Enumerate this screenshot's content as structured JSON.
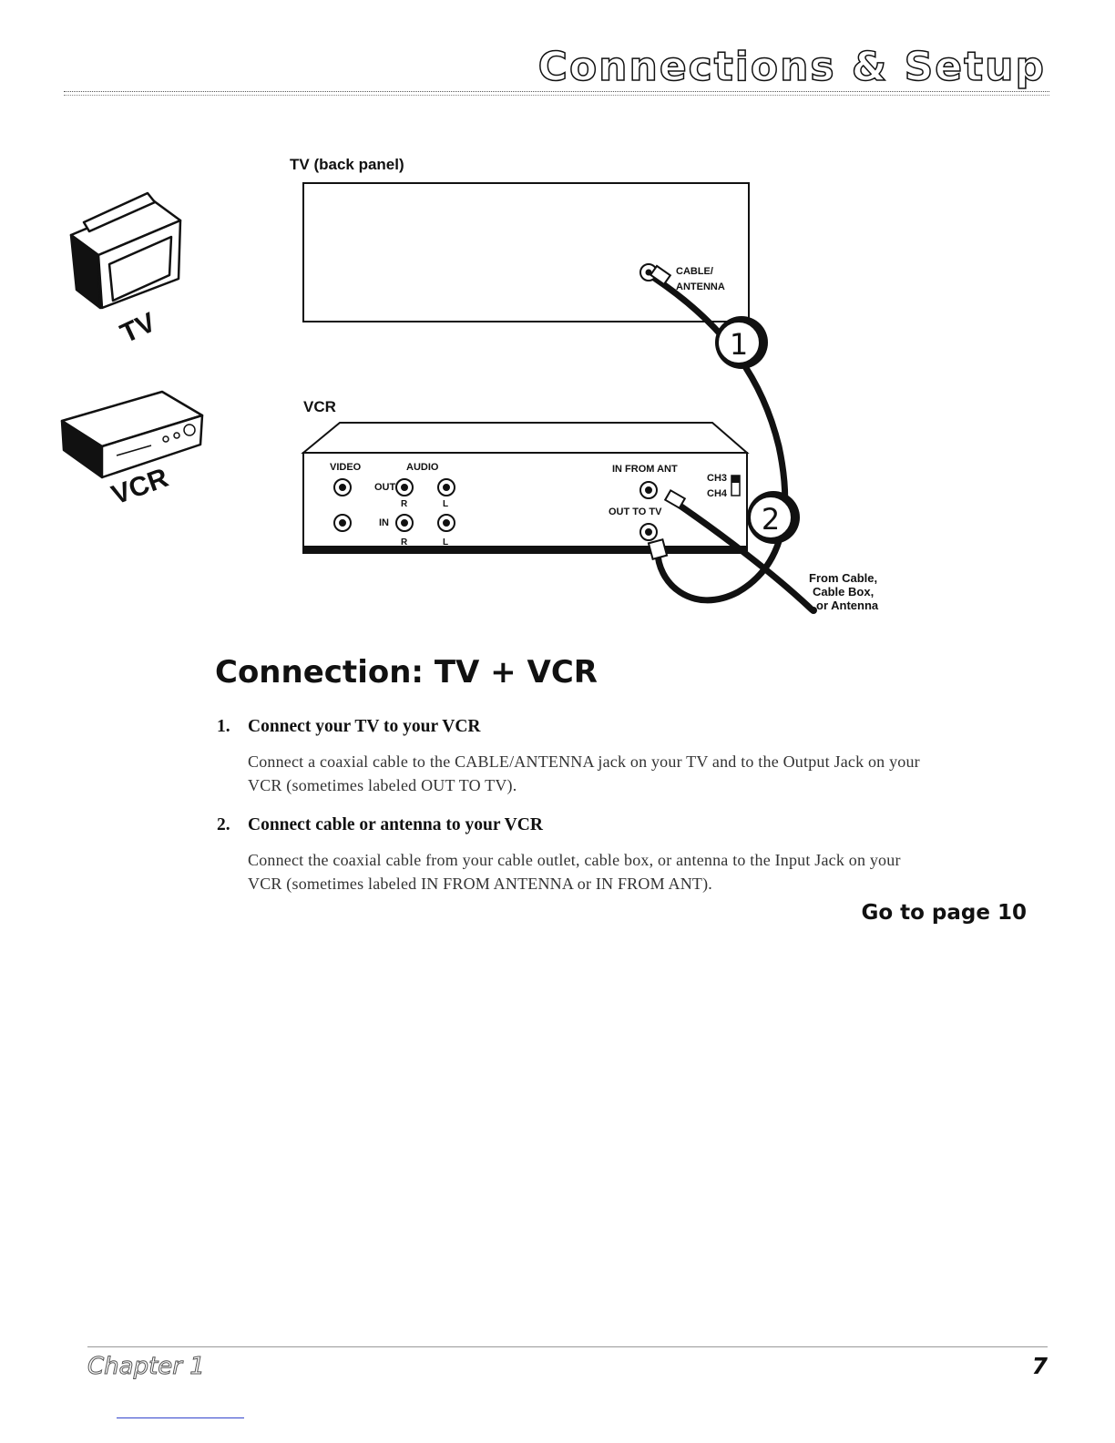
{
  "header": {
    "title": "Connections & Setup"
  },
  "diagram": {
    "tv_panel_label": "TV (back panel)",
    "vcr_label": "VCR",
    "tv_jack_line1": "CABLE/",
    "tv_jack_line2": "ANTENNA",
    "icon_tv_label": "TV",
    "icon_vcr_label": "VCR",
    "vcr_video_label": "VIDEO",
    "vcr_audio_label": "AUDIO",
    "vcr_out_label": "OUT",
    "vcr_in_label": "IN",
    "vcr_r_label": "R",
    "vcr_l_label": "L",
    "vcr_in_from_ant_label": "IN FROM ANT",
    "vcr_out_to_tv_label": "OUT TO TV",
    "vcr_ch3_label": "CH3",
    "vcr_ch4_label": "CH4",
    "step_badge_1": "1",
    "step_badge_2": "2",
    "source_line1": "From Cable,",
    "source_line2": "Cable Box,",
    "source_line3": "or Antenna"
  },
  "section": {
    "heading": "Connection: TV + VCR",
    "steps": [
      {
        "number": "1.",
        "title": "Connect your TV to your VCR",
        "body_line1": "Connect a coaxial cable to the CABLE/ANTENNA jack on your TV and to the Output Jack on your",
        "body_line2": "VCR (sometimes labeled OUT TO TV)."
      },
      {
        "number": "2.",
        "title": "Connect cable or antenna to your VCR",
        "body_line1": "Connect the coaxial cable from your cable outlet, cable box, or antenna to the Input Jack on your",
        "body_line2": "VCR (sometimes labeled IN FROM ANTENNA or IN FROM ANT)."
      }
    ],
    "go_to": "Go to page 10"
  },
  "footer": {
    "chapter": "Chapter 1",
    "page_number": "7"
  }
}
